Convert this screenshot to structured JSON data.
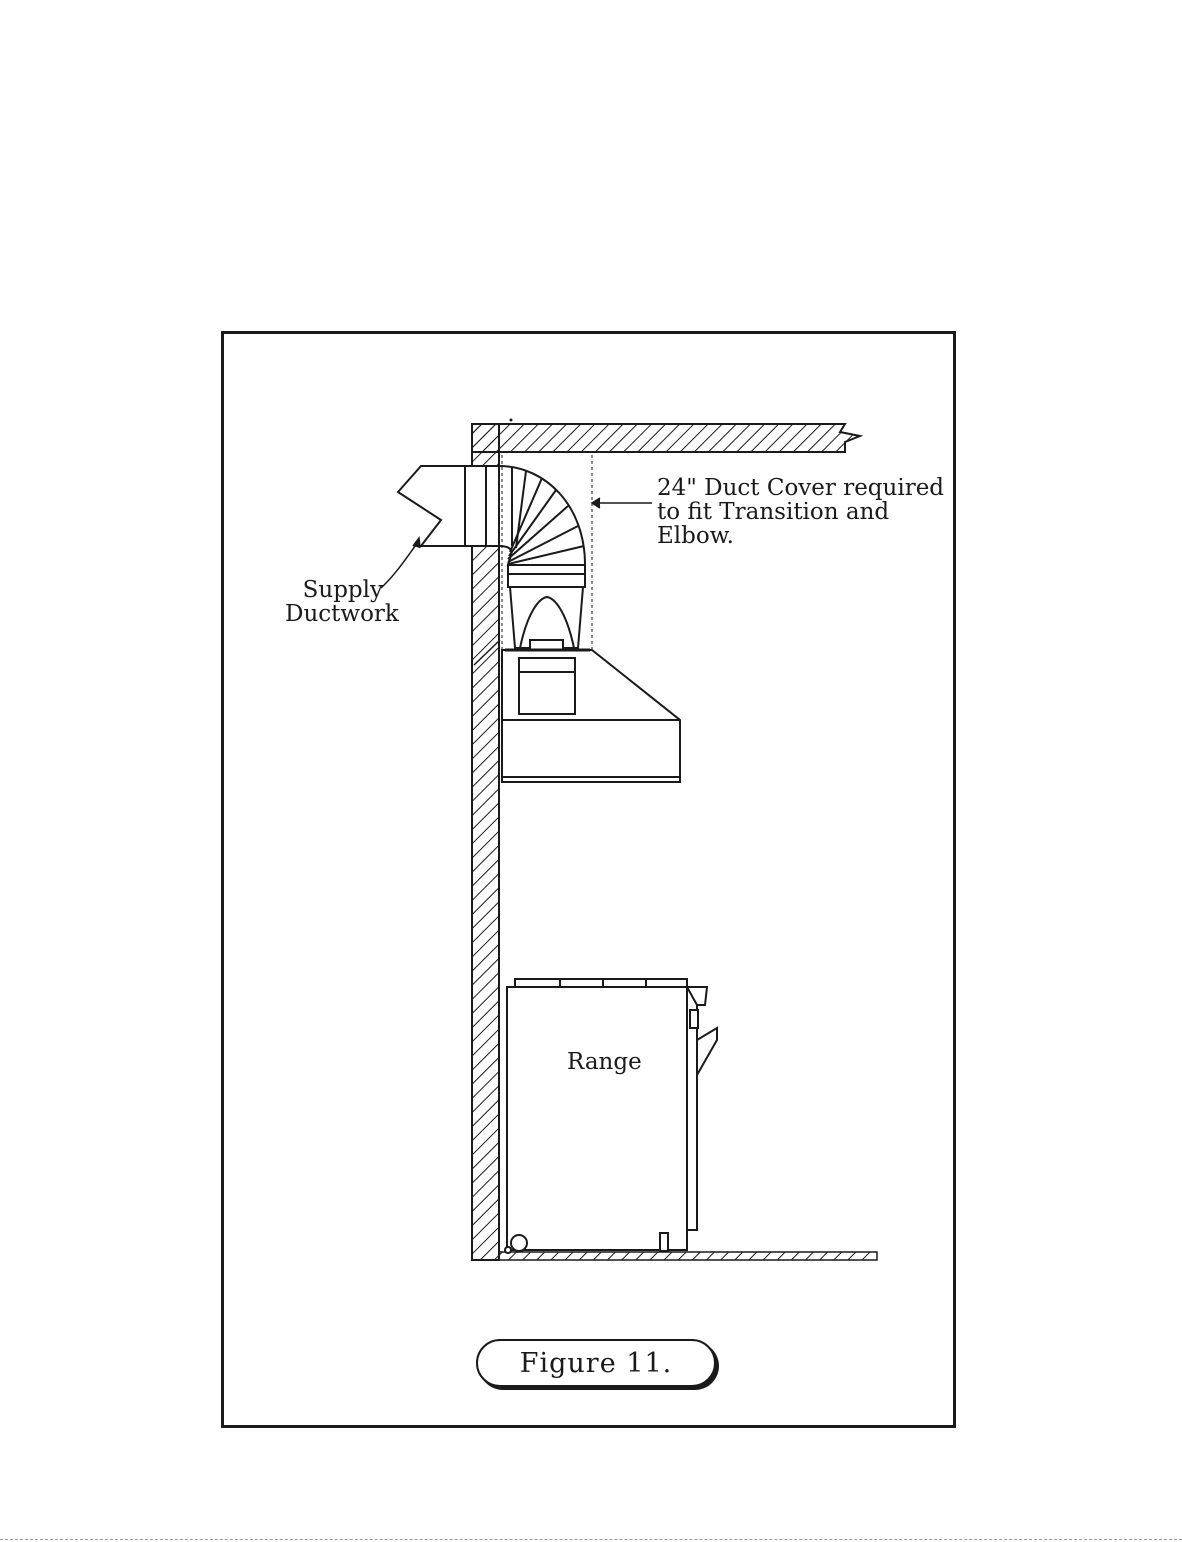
{
  "labels": {
    "duct_cover": "24\" Duct Cover required\nto fit Transition and\nElbow.",
    "supply": "Supply\nDuctwork",
    "range": "Range"
  },
  "figure": {
    "caption": "Figure 11."
  },
  "colors": {
    "ink": "#1a1a1a",
    "paper": "#ffffff"
  }
}
